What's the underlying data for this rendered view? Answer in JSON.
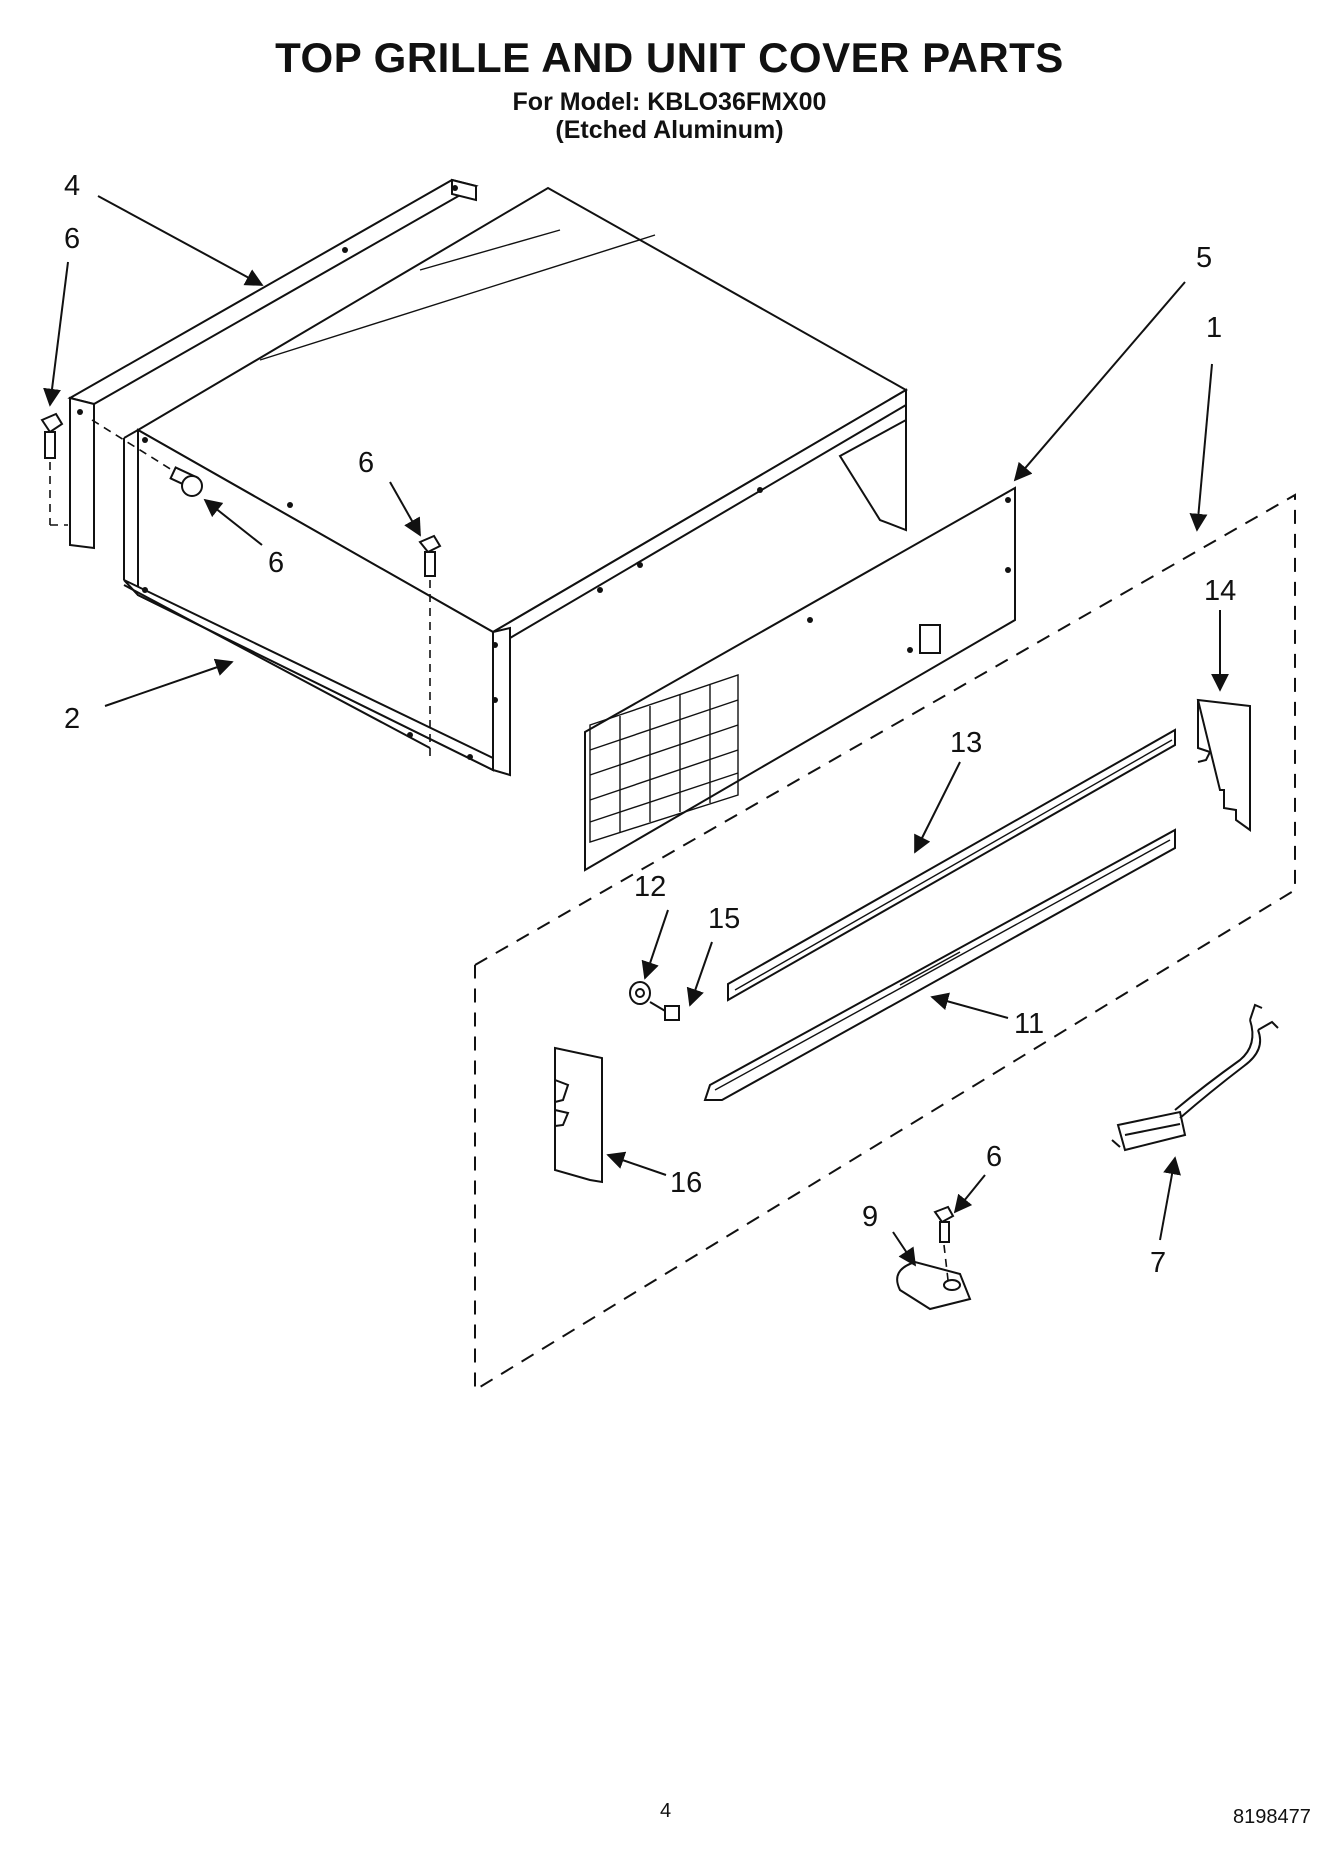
{
  "title": "TOP GRILLE AND UNIT COVER PARTS",
  "model_line": "For Model: KBLO36FMX00",
  "finish_line": "(Etched Aluminum)",
  "callouts": {
    "c1": "1",
    "c2": "2",
    "c4": "4",
    "c5": "5",
    "c6a": "6",
    "c6b": "6",
    "c6c": "6",
    "c6d": "6",
    "c7": "7",
    "c9": "9",
    "c11": "11",
    "c12": "12",
    "c13": "13",
    "c14": "14",
    "c15": "15",
    "c16": "16"
  },
  "footer": {
    "page_number": "4",
    "document_number": "8198477"
  }
}
